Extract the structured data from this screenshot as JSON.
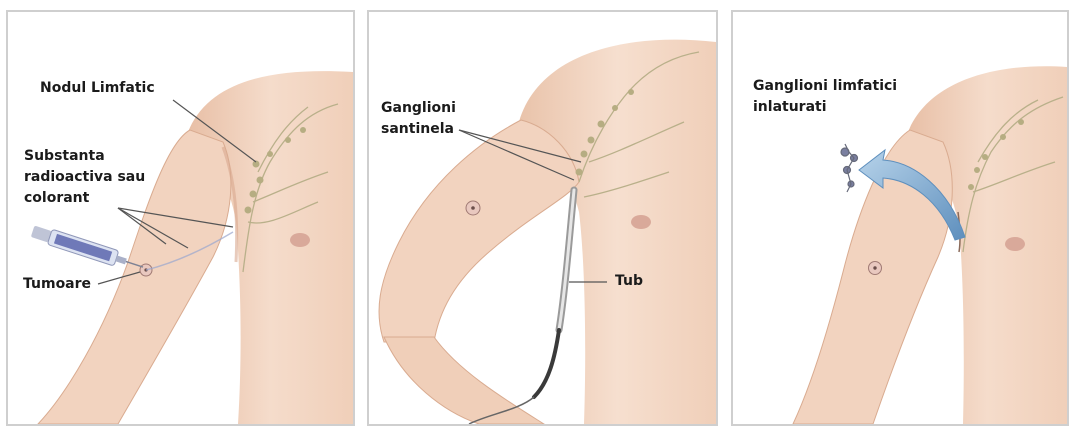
{
  "panels": [
    {
      "labels": {
        "lymph_node": "Nodul Limfatic",
        "radioactive": "Substanta\nradioactiva sau\ncolorant",
        "tumor": "Tumoare"
      }
    },
    {
      "labels": {
        "sentinel": "Ganglioni\nsantinela",
        "tube": "Tub"
      }
    },
    {
      "labels": {
        "removed": "Ganglioni limfatici\ninlaturati"
      }
    }
  ],
  "colors": {
    "skin": "#f3d7c4",
    "skin_shadow": "#e3b9a0",
    "lymph": "#b9b08a",
    "leader": "#555555",
    "arrow": "#8fb6d6"
  }
}
